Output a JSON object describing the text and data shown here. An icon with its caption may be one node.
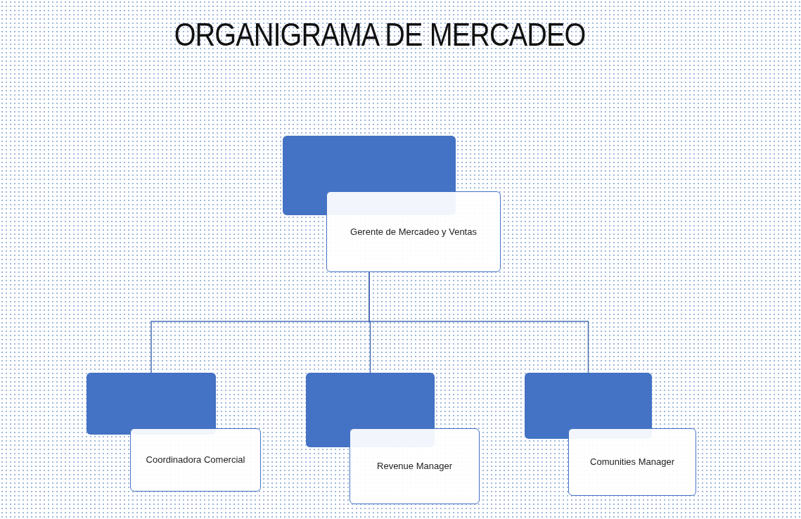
{
  "diagram": {
    "title": "ORGANIGRAMA DE MERCADEO",
    "nodes": [
      {
        "text": [],
        "shape": "box"
      },
      {
        "text": [
          "Gerente de Mercadeo y Ventas"
        ]
      },
      {
        "text": [],
        "shape": "box"
      },
      {
        "text": [
          "Coordinadora Comercial"
        ]
      },
      {
        "text": [],
        "shape": "box"
      },
      {
        "text": [
          "Revenue Manager"
        ]
      },
      {
        "text": [],
        "shape": "box"
      },
      {
        "text": [
          "Comunities Manager"
        ]
      }
    ],
    "edges": [
      {
        "from": 1,
        "to": 2,
        "arrow": "none"
      },
      {
        "from": 1,
        "to": 4,
        "arrow": "none"
      },
      {
        "from": 1,
        "to": 6,
        "arrow": "none"
      }
    ]
  }
}
